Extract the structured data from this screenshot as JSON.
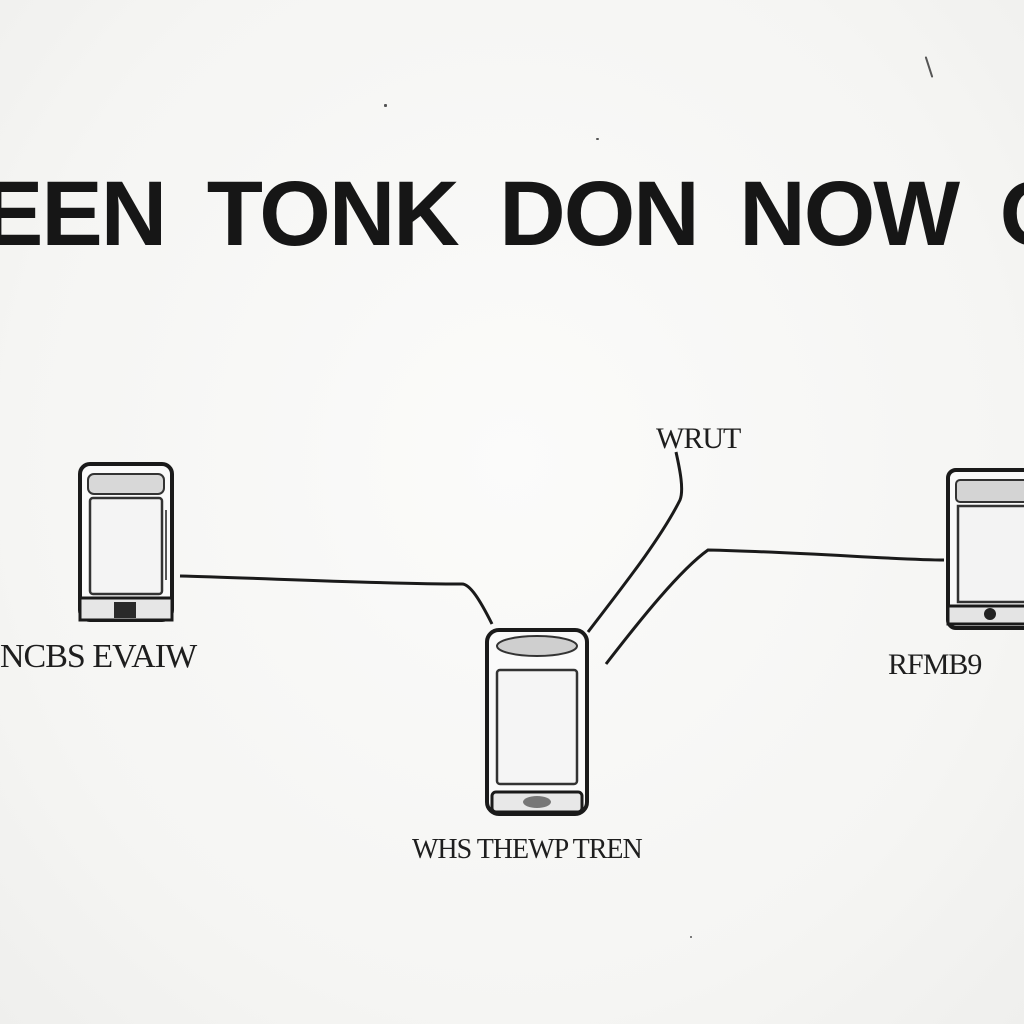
{
  "diagram": {
    "title": "EEN TONK DON NOW OR",
    "nodes": [
      {
        "id": "left",
        "label": "NCBS EVAIW",
        "icon": "phone-icon"
      },
      {
        "id": "center",
        "label": "WHS THEWP TREN",
        "icon": "phone-icon"
      },
      {
        "id": "right",
        "label": "RFMB9",
        "icon": "monitor-icon"
      }
    ],
    "callout": {
      "label": "WRUT",
      "points_to": "center"
    },
    "edges": [
      {
        "from": "left",
        "to": "center"
      },
      {
        "from": "right",
        "to": "center"
      }
    ],
    "colors": {
      "ink": "#161616",
      "paper": "#f7f7f5"
    }
  }
}
